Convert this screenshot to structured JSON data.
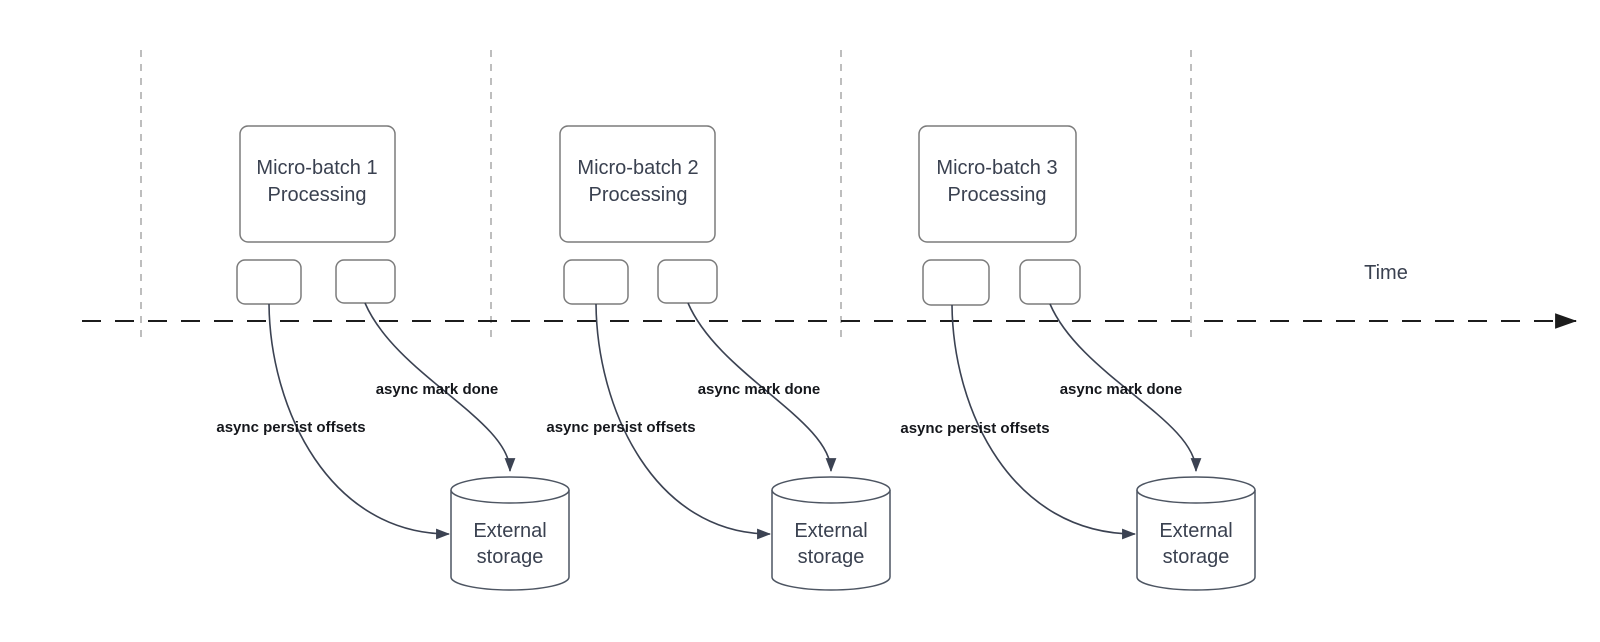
{
  "diagram": {
    "time_label": "Time",
    "colors": {
      "curve": "#3b4252",
      "box_stroke": "#7b7b7b",
      "cylinder_stroke": "#4d5562",
      "boundary_dash": "#a9a9a9",
      "time_axis": "#1c1c1c",
      "text": "#3a4150",
      "label_text": "#15171c",
      "background": "#ffffff"
    },
    "groups": [
      {
        "title_line1": "Micro-batch 1",
        "title_line2": "Processing",
        "persist_label": "async persist offsets",
        "mark_label": "async mark done",
        "storage_line1": "External",
        "storage_line2": "storage"
      },
      {
        "title_line1": "Micro-batch 2",
        "title_line2": "Processing",
        "persist_label": "async persist offsets",
        "mark_label": "async mark done",
        "storage_line1": "External",
        "storage_line2": "storage"
      },
      {
        "title_line1": "Micro-batch 3",
        "title_line2": "Processing",
        "persist_label": "async persist offsets",
        "mark_label": "async mark done",
        "storage_line1": "External",
        "storage_line2": "storage"
      }
    ]
  }
}
